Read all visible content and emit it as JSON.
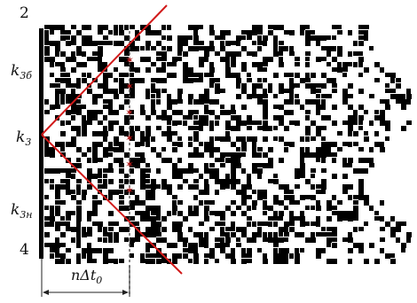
{
  "labels": {
    "top_row": "2",
    "bottom_row": "4",
    "k3": {
      "base": "k",
      "sub": "3"
    },
    "k3_upper": {
      "base": "k",
      "sub": "3б"
    },
    "k3_lower": {
      "base": "k",
      "sub": "3н"
    },
    "interval": {
      "text": "nΔt",
      "sub": "0"
    }
  },
  "colors": {
    "lines": "#d11a1a",
    "dots": "#000000",
    "markers": "#b01515",
    "axis": "#000000",
    "background": "#ffffff"
  },
  "pattern": {
    "seed": 7,
    "density": 0.5
  },
  "marker_count": 6
}
